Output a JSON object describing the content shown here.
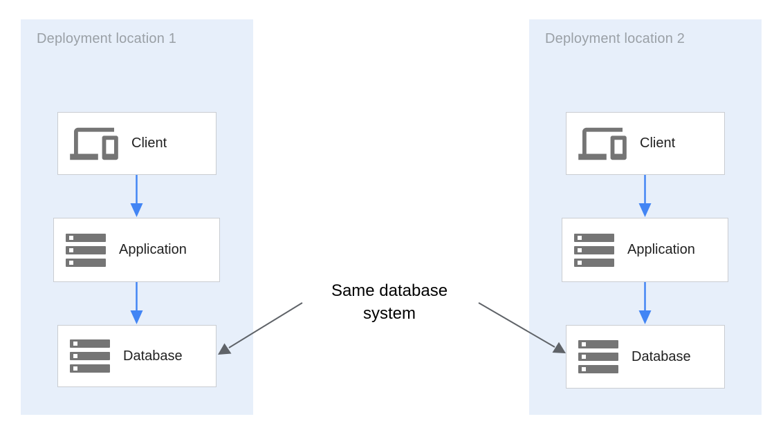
{
  "diagram": {
    "type": "architecture-diagram",
    "center_label": "Same database system",
    "panels": [
      {
        "title": "Deployment location 1",
        "nodes": [
          {
            "label": "Client",
            "icon": "devices-icon"
          },
          {
            "label": "Application",
            "icon": "server-stack-icon"
          },
          {
            "label": "Database",
            "icon": "server-stack-icon"
          }
        ]
      },
      {
        "title": "Deployment location 2",
        "nodes": [
          {
            "label": "Client",
            "icon": "devices-icon"
          },
          {
            "label": "Application",
            "icon": "server-stack-icon"
          },
          {
            "label": "Database",
            "icon": "server-stack-icon"
          }
        ]
      }
    ],
    "connections": [
      {
        "from": "client-1",
        "to": "application-1",
        "style": "blue-arrow"
      },
      {
        "from": "application-1",
        "to": "database-1",
        "style": "blue-arrow"
      },
      {
        "from": "client-2",
        "to": "application-2",
        "style": "blue-arrow"
      },
      {
        "from": "application-2",
        "to": "database-2",
        "style": "blue-arrow"
      },
      {
        "from": "center-label",
        "to": "database-1",
        "style": "gray-arrow"
      },
      {
        "from": "center-label",
        "to": "database-2",
        "style": "gray-arrow"
      }
    ],
    "colors": {
      "panel_background": "#E7EFFA",
      "panel_title_text": "#9AA0A6",
      "node_background": "#FFFFFF",
      "node_border": "#C9CCD1",
      "node_label_text": "#212121",
      "icon_gray": "#757575",
      "flow_arrow_blue": "#4285F4",
      "annotation_arrow_gray": "#5F6368",
      "annotation_text": "#000000"
    }
  }
}
